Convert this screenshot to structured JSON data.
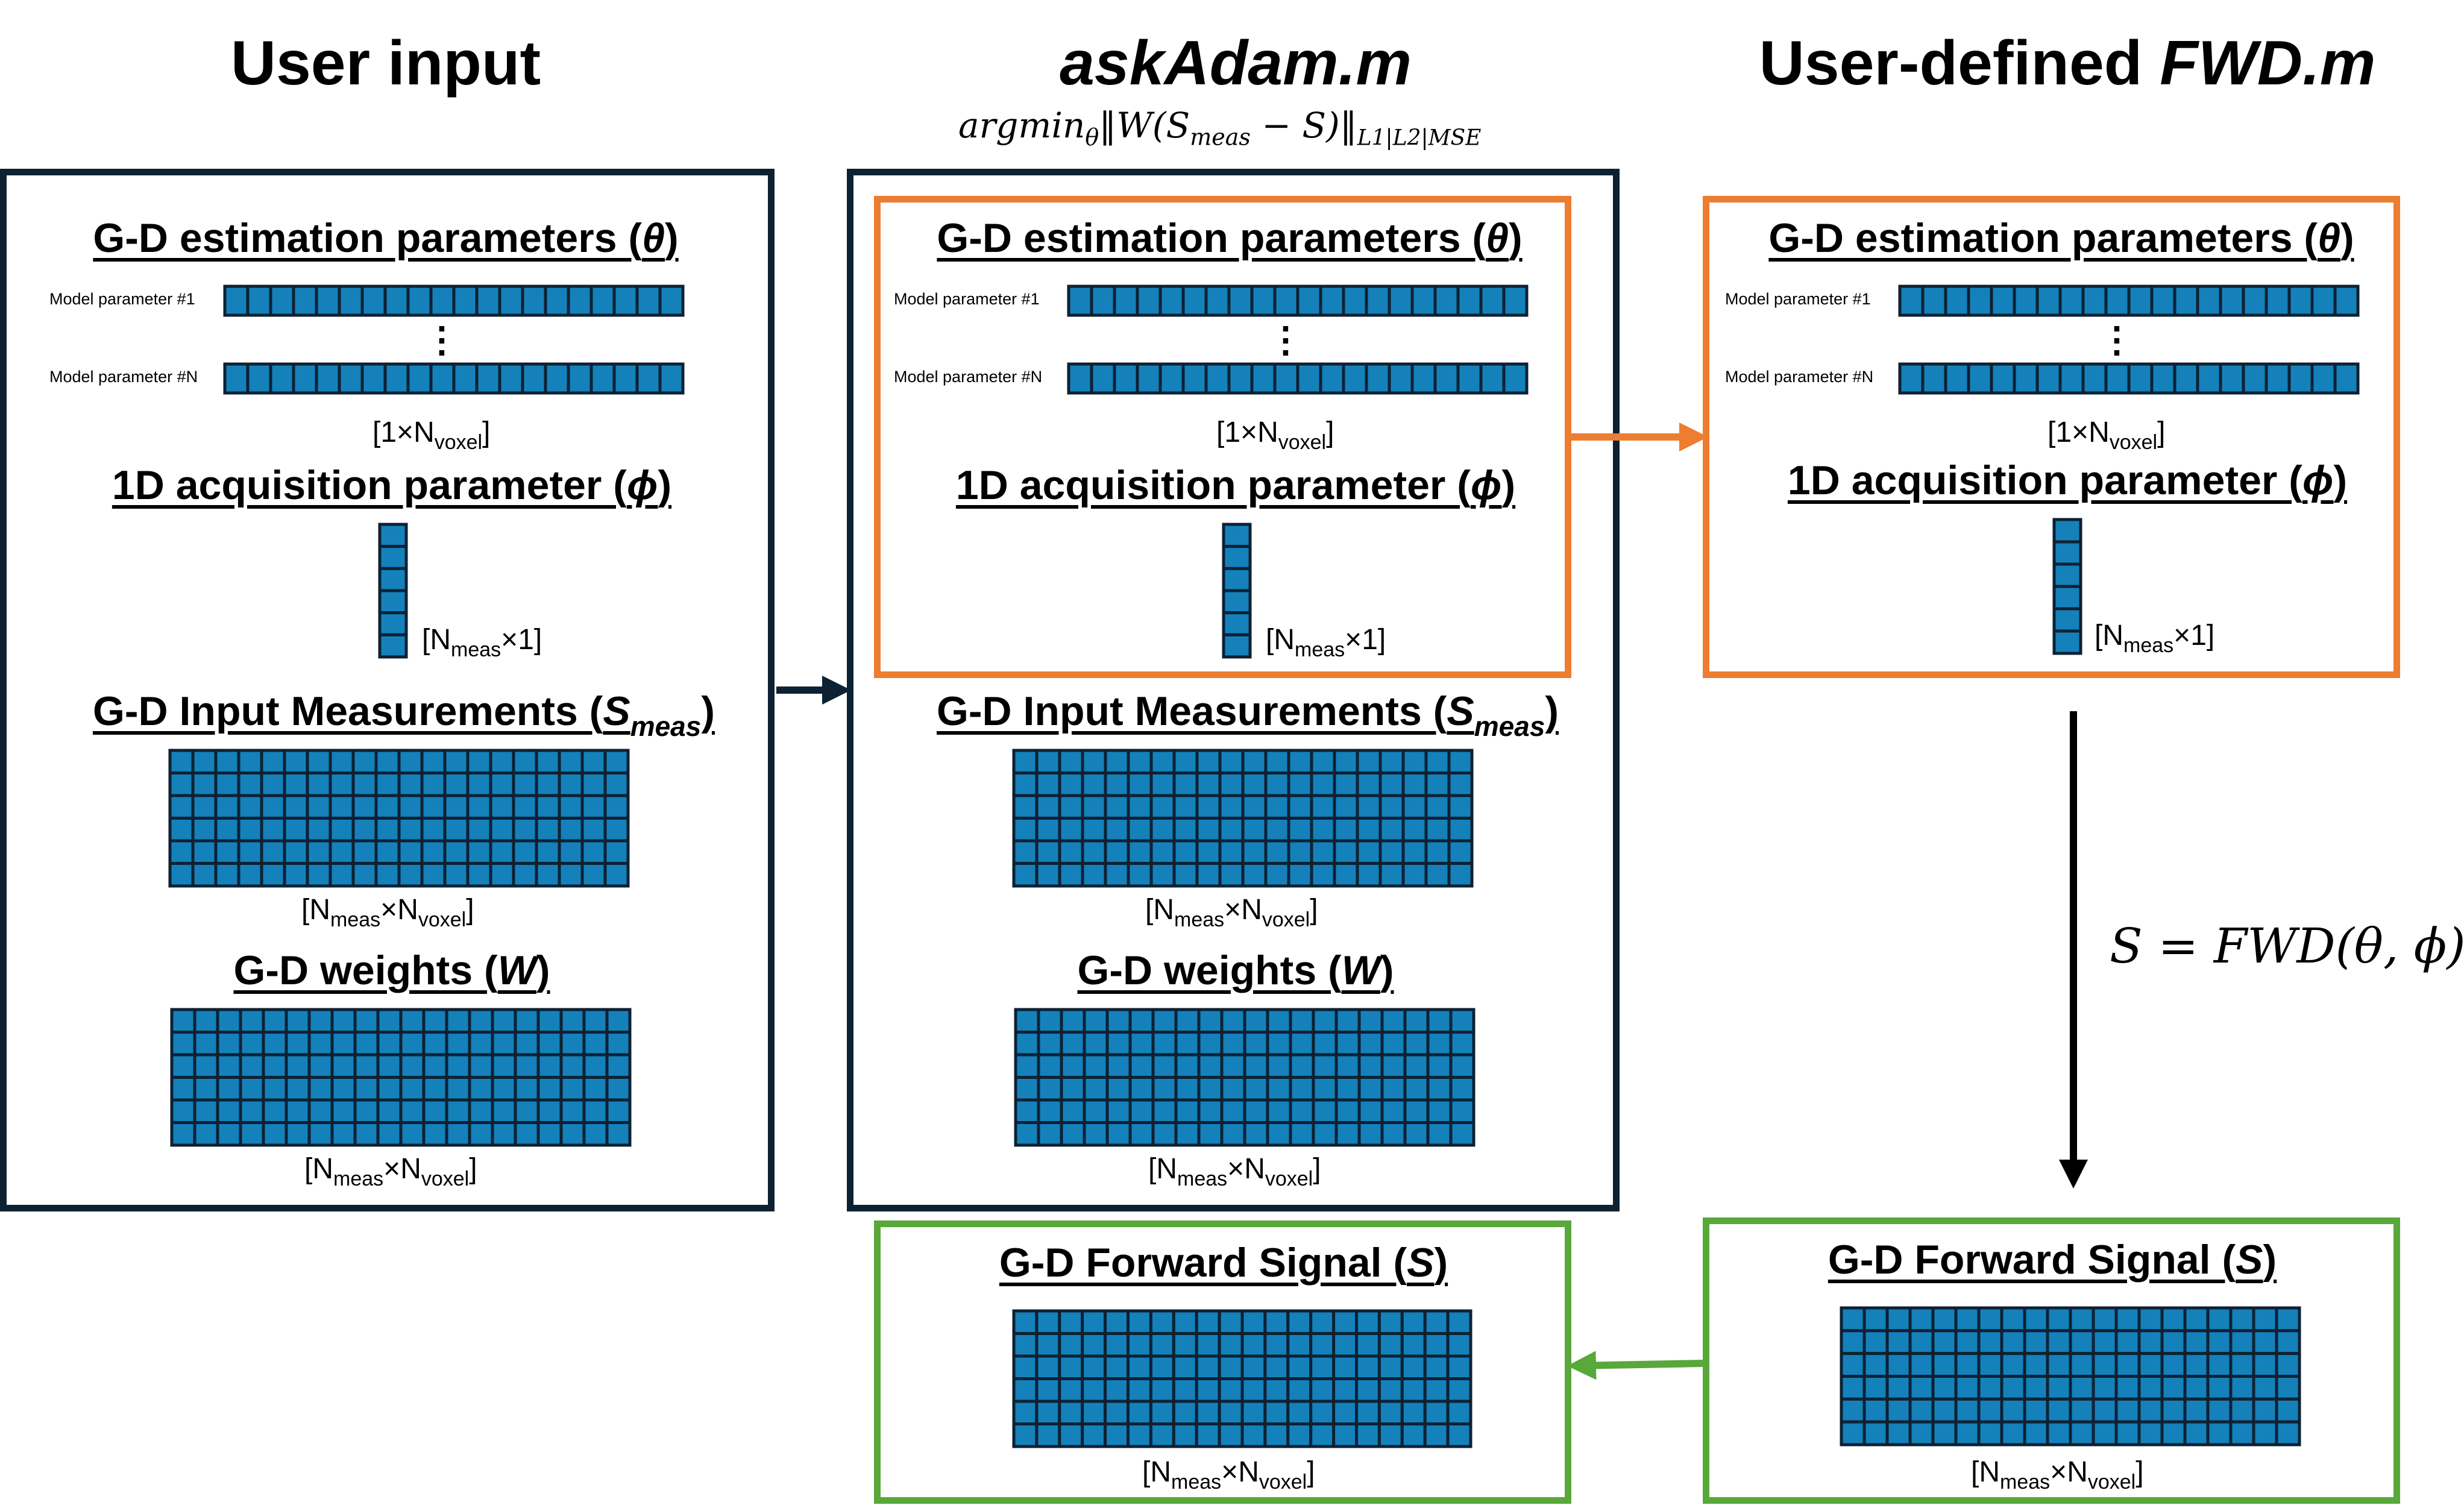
{
  "titles": {
    "user_input": "User input",
    "askadam": "askAdam.m",
    "user_defined_prefix": "User-defined ",
    "user_defined_file": "FWD.m"
  },
  "objective": {
    "argmin": "argmin",
    "theta": "θ",
    "norm_body": "‖W(S",
    "meas": "meas",
    "minus_s": " − S)‖",
    "norms": "L1|L2|MSE"
  },
  "labels": {
    "estimation_params": "G-D estimation parameters (",
    "theta": "θ",
    "close": ")",
    "model_param_1": "Model parameter #1",
    "model_param_n": "Model parameter #N",
    "dim_1xnvoxel_a": "[1",
    "dim_times": "×",
    "dim_n": "N",
    "voxel": "voxel",
    "meas": "meas",
    "dim_1": "1]",
    "dim_close": "]",
    "dim_open": "[",
    "acq_param": "1D acquisition parameter (",
    "phi": "ϕ",
    "input_meas": "G-D Input Measurements (",
    "s_meas": "S",
    "weights": "G-D weights (",
    "w": "W",
    "forward_signal": "G-D Forward Signal (",
    "s": "S"
  },
  "forward_equation": "S = FWD(θ, ϕ)",
  "colors": {
    "cell_fill": "#1481bb",
    "cell_border": "#0d2133",
    "panel_dark": "#0d2133",
    "panel_orange": "#ed7d31",
    "panel_green": "#58a83a"
  },
  "grids": {
    "param_row_cells": 20,
    "acq_col_cells": 6,
    "meas_rows": 6,
    "meas_cols": 20,
    "weights_rows": 6,
    "weights_cols": 20,
    "signal_rows": 6,
    "signal_cols": 20
  }
}
